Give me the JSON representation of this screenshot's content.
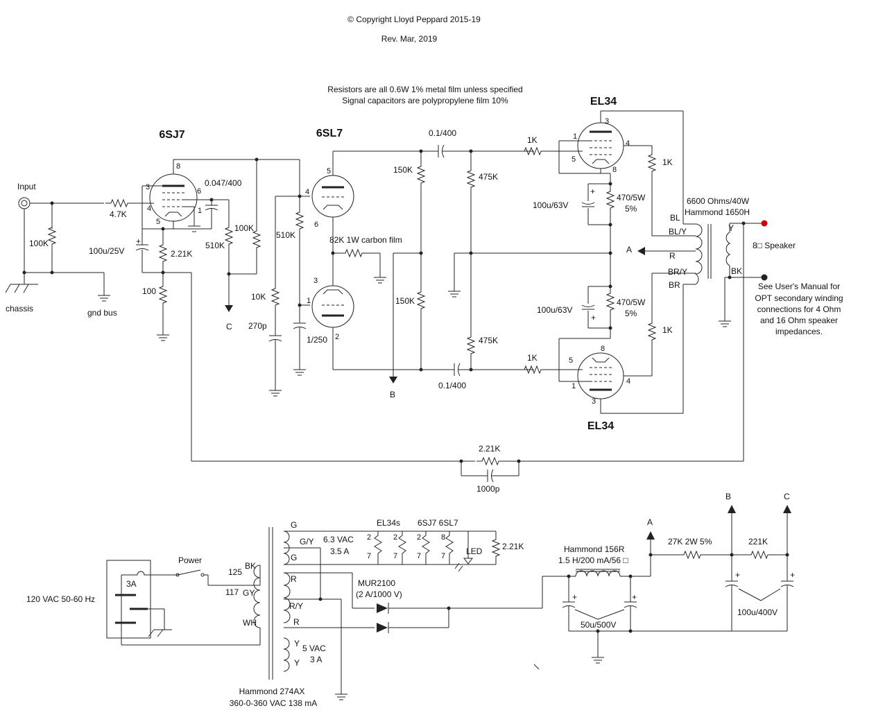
{
  "header": {
    "copyright": "© Copyright Lloyd Peppard 2015-19",
    "revision": "Rev. Mar, 2019"
  },
  "notes": {
    "resistors": "Resistors are all 0.6W 1% metal film unless specified",
    "capacitors": "Signal capacitors are polypropylene film 10%",
    "manual": [
      "See User's Manual for",
      "OPT secondary winding",
      "connections for 4 Ohm",
      "and 16 Ohm speaker",
      "impedances."
    ]
  },
  "tubes": {
    "v1": "6SJ7",
    "v2": "6SL7",
    "v3": "EL34",
    "v4": "EL34"
  },
  "input_section": {
    "input": "Input",
    "r_grid": "100K",
    "r_series": "4.7K",
    "chassis": "chassis",
    "gnd_bus": "gnd bus",
    "cathode_cap": "100u/25V",
    "cathode_r": "2.21K",
    "cathode_r2": "100",
    "screen_cap": "0.047/400",
    "plate_r": "100K",
    "screen_r": "510K",
    "node_c": "C"
  },
  "pi_section": {
    "grid_r": "510K",
    "cath_r": "82K 1W carbon film",
    "grid_r2": "10K",
    "cap_270": "270p",
    "cap_1": "1/250",
    "plate_r_top": "150K",
    "plate_r_bot": "150K",
    "node_b": "B"
  },
  "output_section": {
    "coupling_top": "0.1/400",
    "coupling_bot": "0.1/400",
    "grid_leak_top": "475K",
    "grid_leak_bot": "475K",
    "grid_stop_top": "1K",
    "grid_stop_bot": "1K",
    "screen_r_top": "1K",
    "screen_r_bot": "1K",
    "cath_r_top": "470/5W",
    "cath_r_top_tol": "5%",
    "cath_r_bot": "470/5W",
    "cath_r_bot_tol": "5%",
    "cath_cap_top": "100u/63V",
    "cath_cap_bot": "100u/63V",
    "node_a": "A"
  },
  "transformer": {
    "spec": "6600 Ohms/40W",
    "model": "Hammond 1650H",
    "leads": [
      "BL",
      "BL/Y",
      "R",
      "BR/Y",
      "BR"
    ],
    "sec_y": "Y",
    "sec_bk": "BK",
    "speaker": "8□ Speaker"
  },
  "feedback": {
    "resistor": "2.21K",
    "capacitor": "1000p"
  },
  "power_supply": {
    "mains": "120 VAC 50-60 Hz",
    "fuse": "3A",
    "switch": "Power",
    "tap_125": "125",
    "tap_117": "117",
    "lead_bk": "BK",
    "lead_gy": "GY",
    "lead_wh": "WH",
    "pt_g": "G",
    "pt_gy": "G/Y",
    "pt_g2": "G",
    "heater": "6.3 VAC",
    "heater_a": "3.5 A",
    "pt_r": "R",
    "pt_ry": "R/Y",
    "pt_r2": "R",
    "pt_y": "Y",
    "pt_y2": "Y",
    "rect_v": "5 VAC",
    "rect_a": "3 A",
    "pt_model": "Hammond 274AX",
    "pt_rating": "360-0-360 VAC  138 mA",
    "diode": "MUR2100",
    "diode_rating": "(2 A/1000 V)",
    "heater_loads": "EL34s",
    "heater_tubes": "6SJ7 6SL7",
    "pins": [
      "2",
      "2",
      "2",
      "8",
      "7",
      "7",
      "7",
      "7"
    ],
    "led": "LED",
    "led_r": "2.21K",
    "choke_model": "Hammond 156R",
    "choke_spec": "1.5 H/200 mA/56 □",
    "filter_cap": "50u/500V",
    "r_27k": "27K 2W 5%",
    "r_221k": "221K",
    "cap_final": "100u/400V",
    "out_a": "A",
    "out_b": "B",
    "out_c": "C"
  },
  "pin_numbers": {
    "v1": [
      "8",
      "3",
      "6",
      "4",
      "1",
      "5"
    ],
    "v2": [
      "4",
      "5",
      "6",
      "3",
      "1",
      "2"
    ],
    "v3": [
      "3",
      "1",
      "5",
      "4",
      "8"
    ],
    "v4": [
      "8",
      "5",
      "1",
      "4",
      "3"
    ]
  }
}
